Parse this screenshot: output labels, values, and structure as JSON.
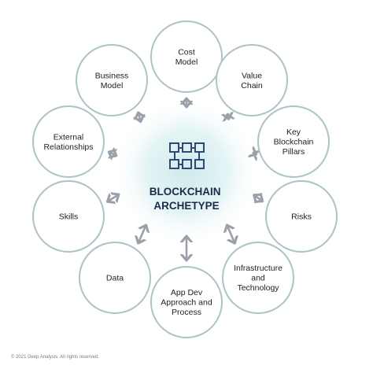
{
  "diagram": {
    "center": {
      "title_lines": [
        "BLOCKCHAIN",
        "ARCHETYPE"
      ],
      "icon": "blockchain-blocks-icon"
    },
    "nodes": [
      {
        "id": "cost-model",
        "lines": [
          "Cost",
          "Model"
        ]
      },
      {
        "id": "value-chain",
        "lines": [
          "Value",
          "Chain"
        ]
      },
      {
        "id": "key-blockchain-pillars",
        "lines": [
          "Key",
          "Blockchain",
          "Pillars"
        ]
      },
      {
        "id": "risks",
        "lines": [
          "Risks"
        ]
      },
      {
        "id": "infrastructure-and-technology",
        "lines": [
          "Infrastructure",
          "and",
          "Technology"
        ]
      },
      {
        "id": "app-dev-approach-and-process",
        "lines": [
          "App Dev",
          "Approach and",
          "Process"
        ]
      },
      {
        "id": "data",
        "lines": [
          "Data"
        ]
      },
      {
        "id": "skills",
        "lines": [
          "Skills"
        ]
      },
      {
        "id": "external-relationships",
        "lines": [
          "External",
          "Relationships"
        ]
      },
      {
        "id": "business-model",
        "lines": [
          "Business",
          "Model"
        ]
      }
    ],
    "colors": {
      "circle_border": "#a9c4c8",
      "arrow": "#9aa1aa",
      "center_glow": "#d6eef0",
      "icon": "#2c4a72",
      "title": "#1c2b4a"
    }
  },
  "footer": {
    "copyright": "© 2021 Deep Analysis. All rights reserved."
  }
}
